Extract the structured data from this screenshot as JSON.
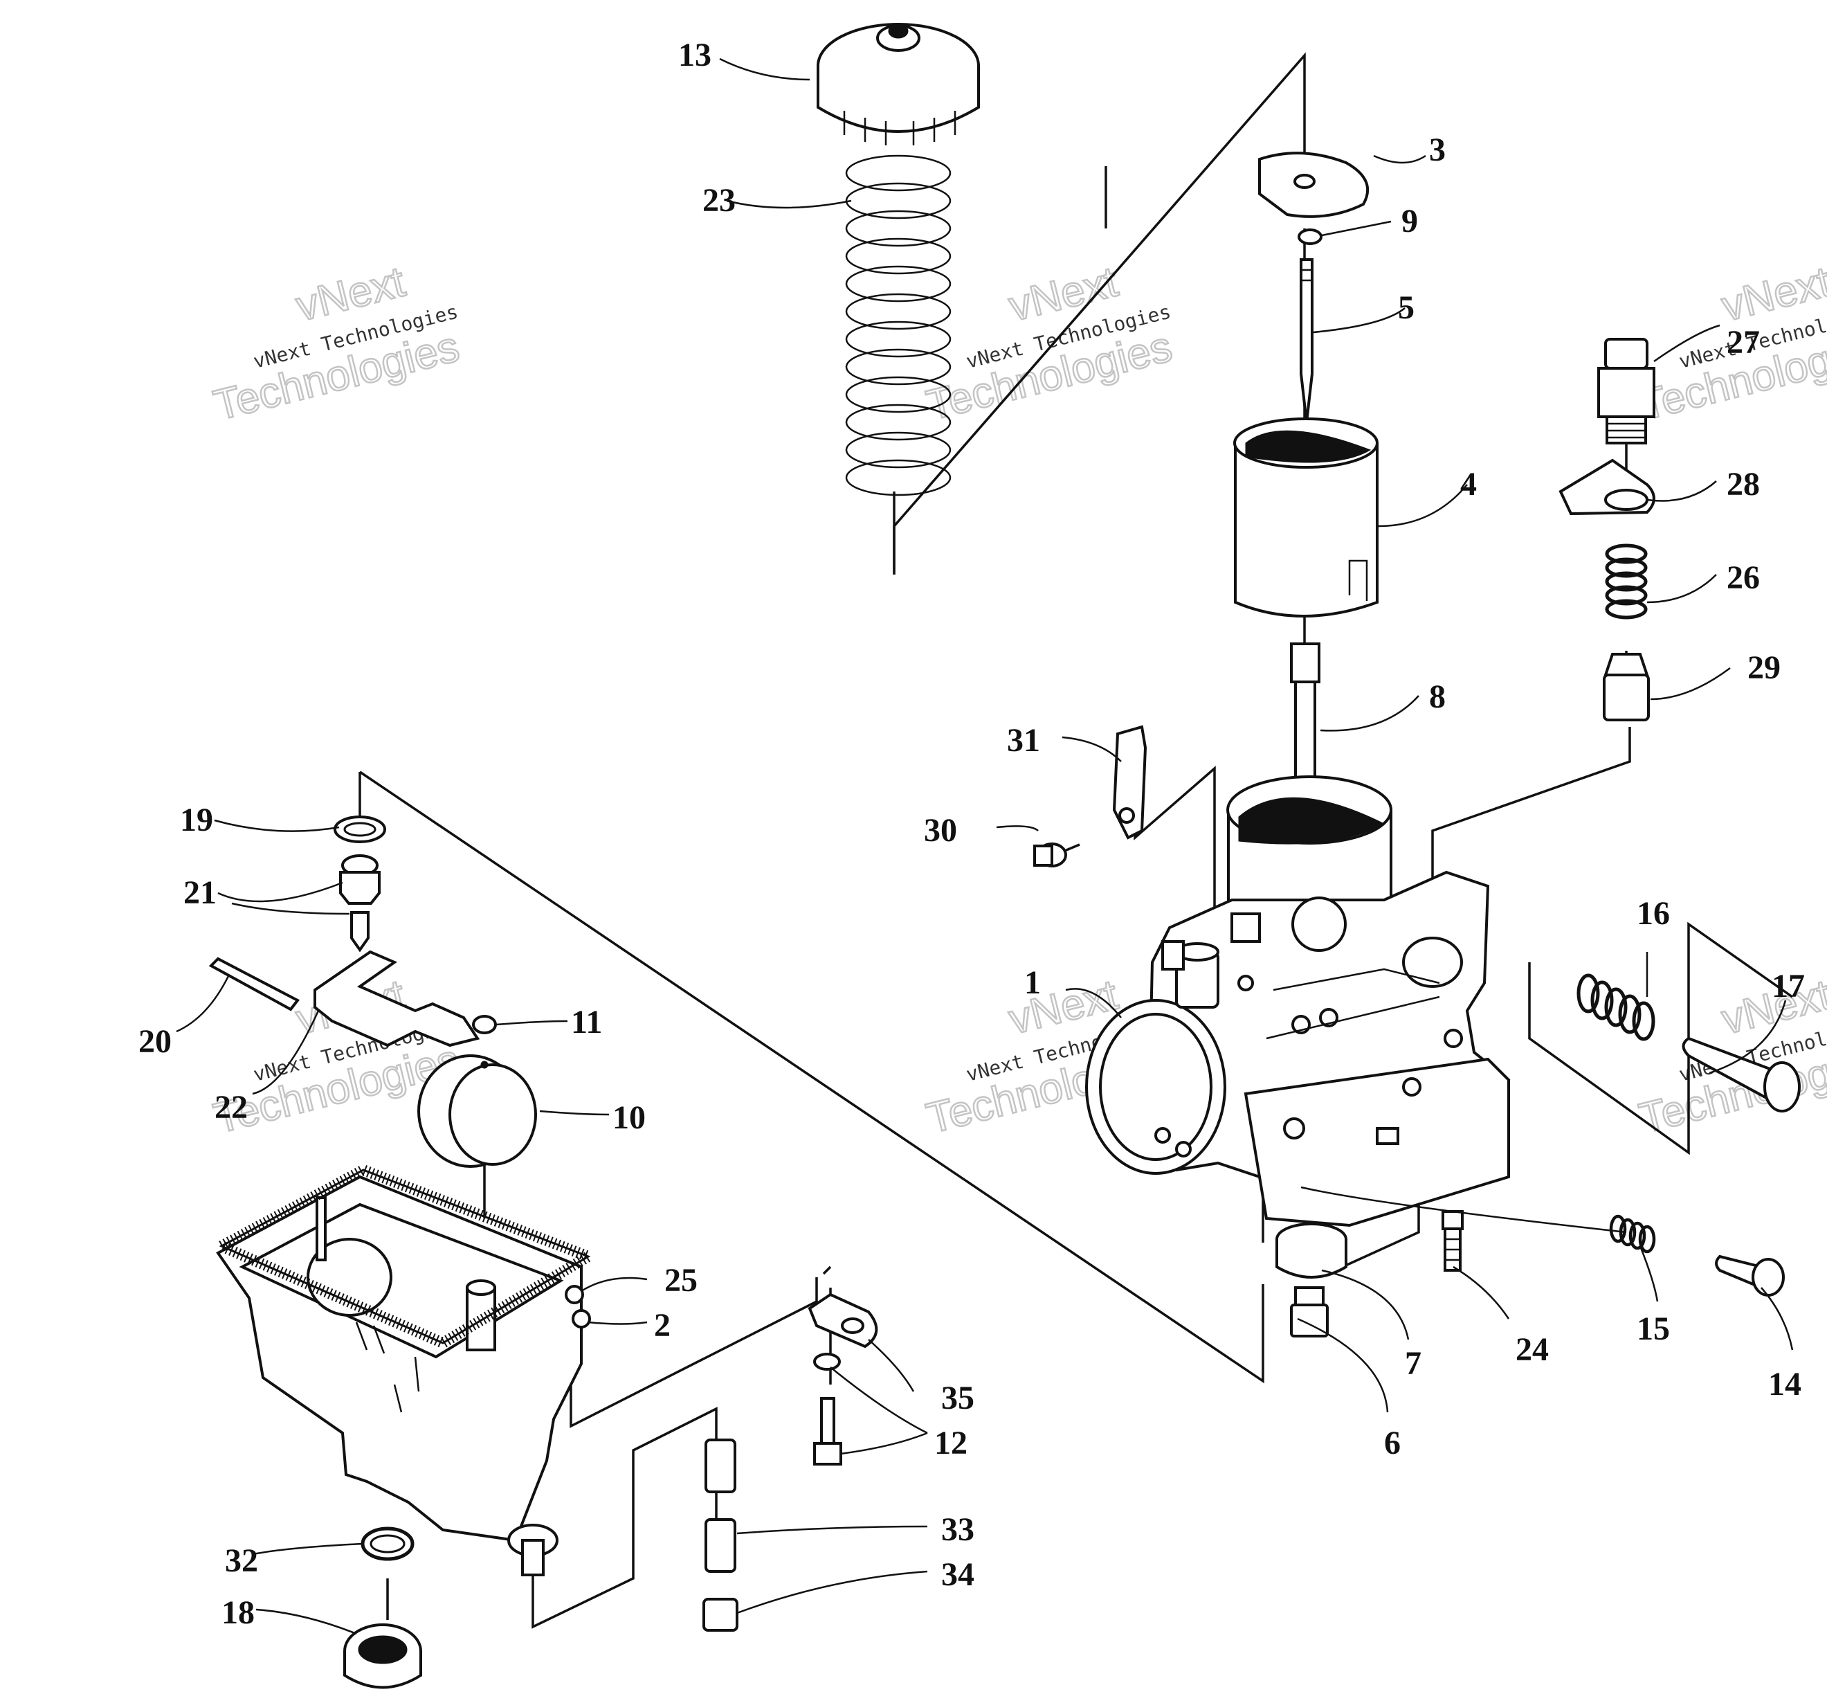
{
  "labels": [
    "1",
    "2",
    "3",
    "4",
    "5",
    "6",
    "7",
    "8",
    "9",
    "10",
    "11",
    "12",
    "13",
    "14",
    "15",
    "16",
    "17",
    "18",
    "19",
    "20",
    "21",
    "22",
    "23",
    "24",
    "25",
    "26",
    "27",
    "28",
    "29",
    "30",
    "31",
    "32",
    "33",
    "34",
    "35"
  ],
  "watermark": {
    "brand_top": "vNext",
    "brand_line": "vNext Technologies",
    "brand_bottom": "Technologies"
  }
}
